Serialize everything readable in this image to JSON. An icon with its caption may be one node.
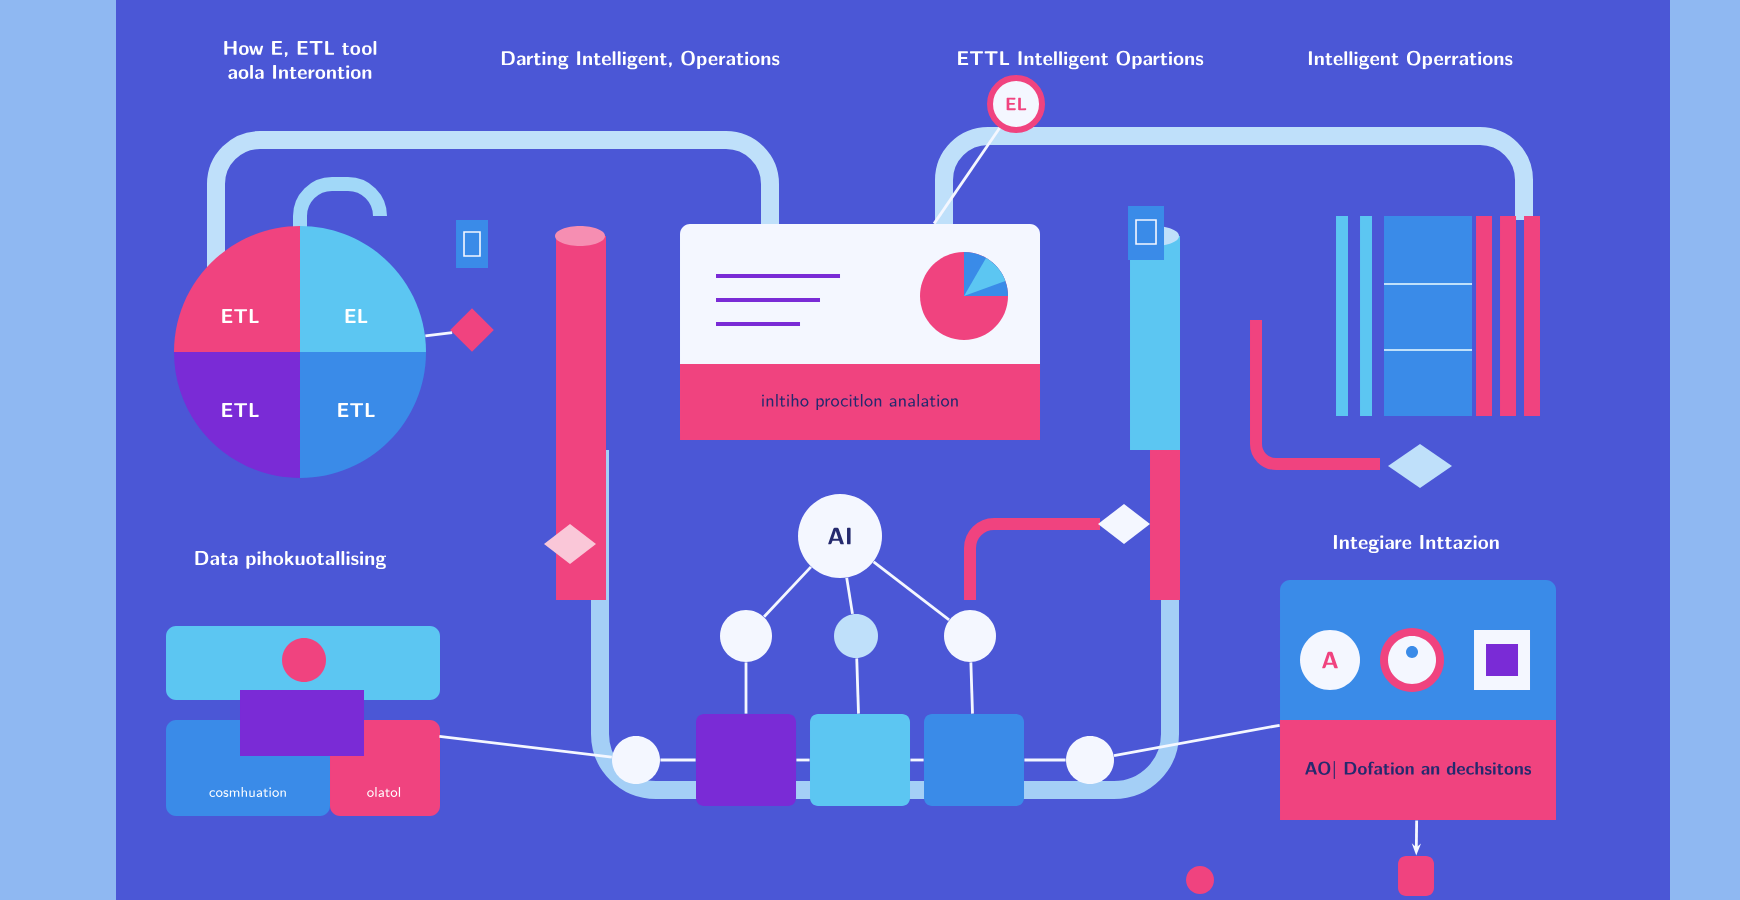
{
  "diagram": {
    "nodes": [
      {
        "text": [
          "ETL",
          "EL",
          "ETL",
          "ETL"
        ]
      },
      {
        "text": [
          "inltiho procitlon analation"
        ]
      },
      {
        "text": [
          "EL"
        ]
      },
      {
        "text": [
          "AI"
        ]
      },
      {
        "text": [],
        "shape": "circle"
      },
      {
        "text": [],
        "shape": "circle"
      },
      {
        "text": [],
        "shape": "circle"
      },
      {
        "text": [],
        "shape": "box"
      },
      {
        "text": [],
        "shape": "box"
      },
      {
        "text": [],
        "shape": "box"
      },
      {
        "text": [
          "cosmhuation",
          "olatol"
        ]
      },
      {
        "text": [],
        "shape": "circle"
      },
      {
        "text": [],
        "shape": "circle"
      },
      {
        "text": [
          "A",
          "AO| Dofation an dechsitons"
        ]
      },
      {
        "text": [],
        "shape": "box"
      },
      {
        "text": [],
        "shape": "diamond"
      }
    ],
    "edges": [
      {
        "from": 3,
        "to": 4,
        "arrow": "none"
      },
      {
        "from": 3,
        "to": 5,
        "arrow": "none"
      },
      {
        "from": 3,
        "to": 6,
        "arrow": "none"
      },
      {
        "from": 4,
        "to": 7,
        "arrow": "none"
      },
      {
        "from": 5,
        "to": 8,
        "arrow": "none"
      },
      {
        "from": 6,
        "to": 9,
        "arrow": "none"
      },
      {
        "from": 10,
        "to": 11,
        "arrow": "none"
      },
      {
        "from": 11,
        "to": 7,
        "arrow": "none"
      },
      {
        "from": 7,
        "to": 8,
        "arrow": "none"
      },
      {
        "from": 8,
        "to": 9,
        "arrow": "none"
      },
      {
        "from": 9,
        "to": 12,
        "arrow": "none"
      },
      {
        "from": 12,
        "to": 13,
        "arrow": "none"
      },
      {
        "from": 13,
        "to": 14,
        "arrow": "to"
      },
      {
        "from": 0,
        "to": 15,
        "arrow": "none"
      },
      {
        "from": 2,
        "to": 1,
        "arrow": "none"
      }
    ],
    "labels": [
      "How E, ETL tool aola Interontion",
      "Darting Intelligent, Operations",
      "ETTL Intelligent Opartions",
      "Intelligent Operrations",
      "Data pihokuotallising",
      "Integiare Inttazion"
    ]
  }
}
